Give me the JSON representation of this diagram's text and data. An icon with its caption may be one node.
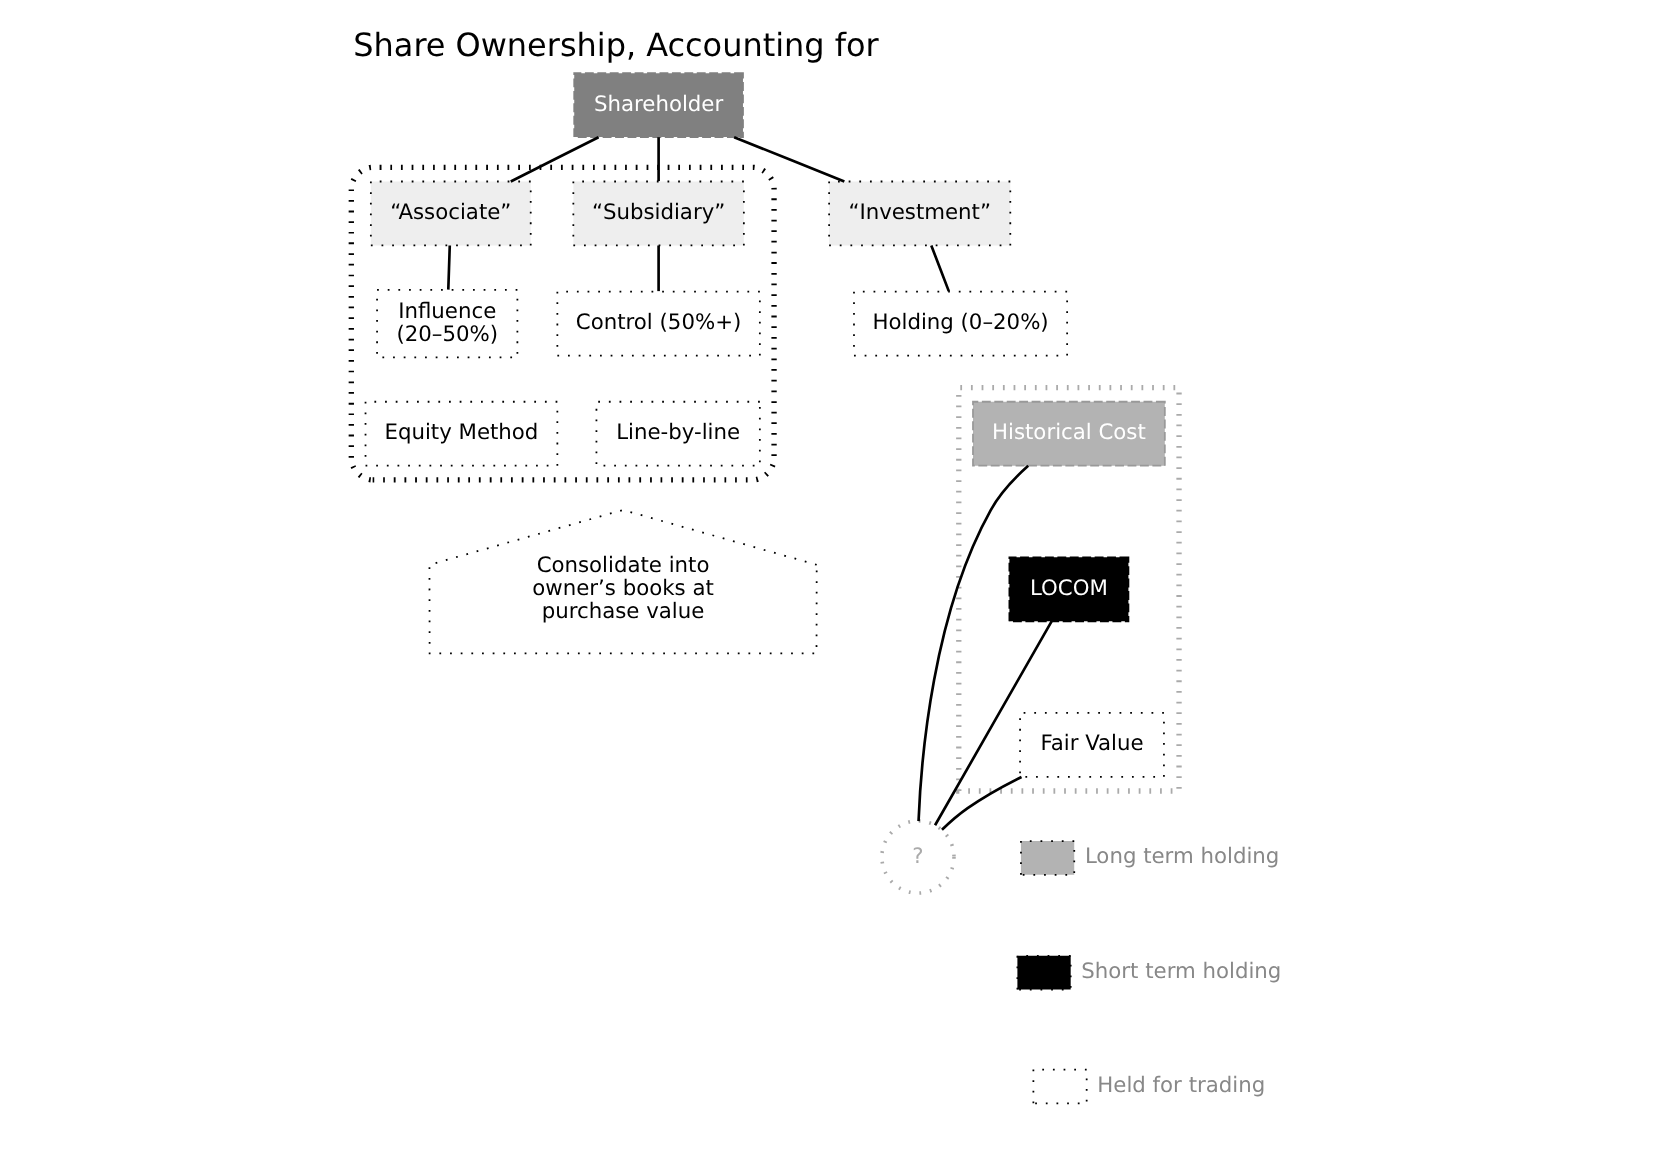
{
  "diagram": {
    "title": "Share Ownership, Accounting for",
    "nodes": [
      {
        "text": [
          "Shareholder"
        ]
      },
      {
        "text": [],
        "shape": "box"
      },
      {
        "text": [
          "“Subsidiary”"
        ],
        "in": 1
      },
      {
        "text": [
          "“Associate”"
        ],
        "in": 1
      },
      {
        "text": [
          "Control (50%+)"
        ],
        "in": 1
      },
      {
        "text": [
          "Influence (20–50%)"
        ],
        "in": 1
      },
      {
        "text": [
          "Line-by-line"
        ],
        "in": 1
      },
      {
        "text": [
          "Equity Method"
        ],
        "in": 1
      },
      {
        "text": [
          "“Investment”"
        ]
      },
      {
        "text": [
          "Holding (0–20%)"
        ]
      },
      {
        "text": [],
        "shape": "box"
      },
      {
        "text": [
          "Historical Cost"
        ],
        "in": 10
      },
      {
        "text": [
          "LOCOM"
        ],
        "in": 10
      },
      {
        "text": [
          "Fair Value"
        ],
        "in": 10
      },
      {
        "text": [
          "?"
        ]
      },
      {
        "text": [
          "Consolidate into owner’s books at purchase value"
        ]
      }
    ],
    "edges": [
      {
        "from": 0,
        "to": 2,
        "arrow": "none"
      },
      {
        "from": 0,
        "to": 3,
        "arrow": "none"
      },
      {
        "from": 0,
        "to": 8,
        "arrow": "none"
      },
      {
        "from": 2,
        "to": 4,
        "arrow": "none"
      },
      {
        "from": 3,
        "to": 5,
        "arrow": "none"
      },
      {
        "from": 8,
        "to": 9,
        "arrow": "none"
      },
      {
        "from": 11,
        "to": 14,
        "arrow": "none"
      },
      {
        "from": 12,
        "to": 14,
        "arrow": "none"
      },
      {
        "from": 13,
        "to": 14,
        "arrow": "none"
      }
    ],
    "legend": [
      {
        "text": "Long term holding",
        "color": "#b3b3b3"
      },
      {
        "text": "Short term holding",
        "color": "#000000"
      },
      {
        "text": "Held for trading",
        "color": "#ffffff"
      }
    ]
  }
}
